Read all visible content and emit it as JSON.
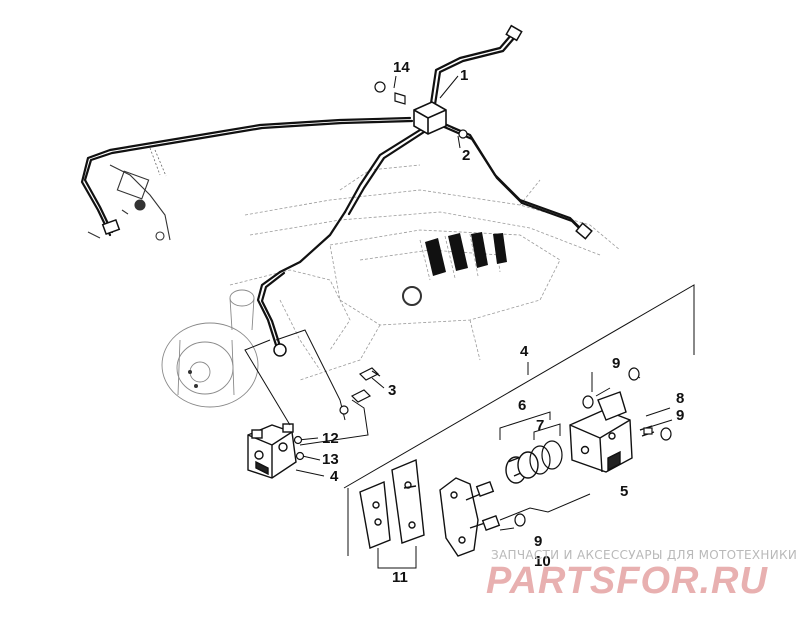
{
  "callouts": {
    "c1": "1",
    "c2": "2",
    "c3": "3",
    "c4a": "4",
    "c4b": "4",
    "c5": "5",
    "c6": "6",
    "c7": "7",
    "c8": "8",
    "c9a": "9",
    "c9b": "9",
    "c9c": "9",
    "c10": "10",
    "c11": "11",
    "c12": "12",
    "c13": "13",
    "c14": "14"
  },
  "watermark": {
    "tagline": "ЗАПЧАСТИ И АКСЕССУАРЫ ДЛЯ МОТОТЕХНИКИ",
    "logo": "PARTSFOR.RU"
  },
  "colors": {
    "line": "#111111",
    "ghost": "#9a9a9a",
    "watermark_logo": "#e8b0b0",
    "watermark_text": "#b9b9b9"
  }
}
